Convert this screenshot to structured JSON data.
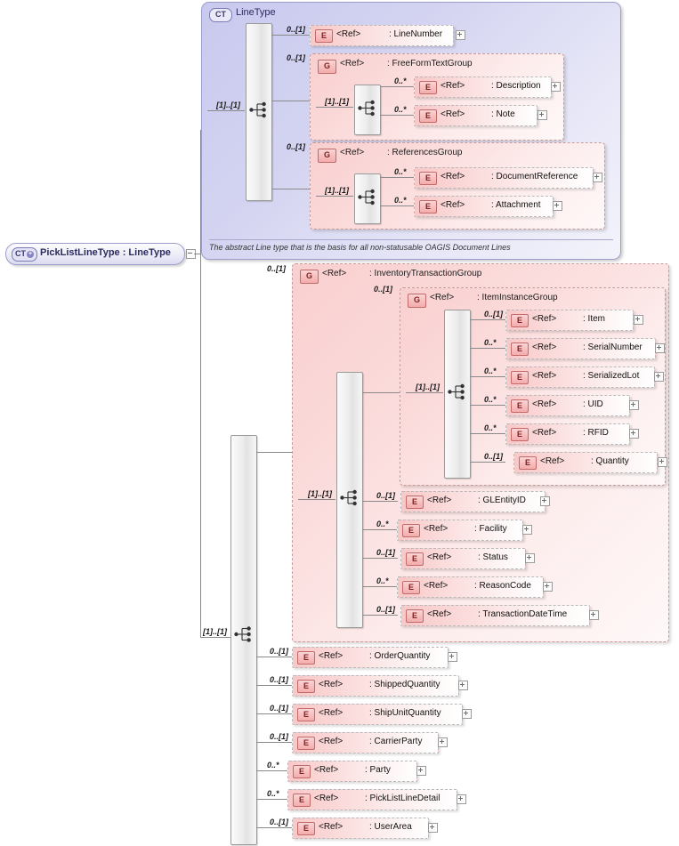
{
  "diagram": {
    "title": "PickListLineType : LineType",
    "root": {
      "tag": "CT",
      "label": "PickListLineType : LineType"
    },
    "complex_type": {
      "tag": "CT",
      "title": "LineType",
      "documentation": "The abstract Line type that is the basis for all non-statusable OAGIS Document Lines",
      "compositor_cardinality": "[1]..[1]"
    },
    "ref_text": "<Ref>",
    "group_tag": "G",
    "element_tag": "E",
    "linetype_children": [
      {
        "card": "0..[1]",
        "name": ": LineNumber"
      }
    ],
    "free_form_text_group": {
      "card": "0..[1]",
      "ref": "<Ref>",
      "name": ": FreeFormTextGroup",
      "compositor_cardinality": "[1]..[1]",
      "children": [
        {
          "card": "0..*",
          "name": ": Description"
        },
        {
          "card": "0..*",
          "name": ": Note"
        }
      ]
    },
    "references_group": {
      "card": "0..[1]",
      "ref": "<Ref>",
      "name": ": ReferencesGroup",
      "compositor_cardinality": "[1]..[1]",
      "children": [
        {
          "card": "0..*",
          "name": ": DocumentReference"
        },
        {
          "card": "0..*",
          "name": ": Attachment"
        }
      ]
    },
    "inventory_transaction_group": {
      "card": "0..[1]",
      "ref": "<Ref>",
      "name": ": InventoryTransactionGroup",
      "compositor_cardinality": "[1]..[1]",
      "item_instance_group": {
        "card": "0..[1]",
        "ref": "<Ref>",
        "name": ": ItemInstanceGroup",
        "compositor_cardinality": "[1]..[1]",
        "children": [
          {
            "card": "0..[1]",
            "name": ": Item"
          },
          {
            "card": "0..*",
            "name": ": SerialNumber"
          },
          {
            "card": "0..*",
            "name": ": SerializedLot"
          },
          {
            "card": "0..*",
            "name": ": UID"
          },
          {
            "card": "0..*",
            "name": ": RFID"
          },
          {
            "card": "0..[1]",
            "name": ": Quantity"
          }
        ]
      },
      "children": [
        {
          "card": "0..[1]",
          "name": ": GLEntityID"
        },
        {
          "card": "0..*",
          "name": ": Facility"
        },
        {
          "card": "0..[1]",
          "name": ": Status"
        },
        {
          "card": "0..*",
          "name": ": ReasonCode"
        },
        {
          "card": "0..[1]",
          "name": ": TransactionDateTime"
        }
      ]
    },
    "outer_compositor_cardinality": "[1]..[1]",
    "picklist_children": [
      {
        "card": "0..[1]",
        "name": ": OrderQuantity"
      },
      {
        "card": "0..[1]",
        "name": ": ShippedQuantity"
      },
      {
        "card": "0..[1]",
        "name": ": ShipUnitQuantity"
      },
      {
        "card": "0..[1]",
        "name": ": CarrierParty"
      },
      {
        "card": "0..*",
        "name": ": Party"
      },
      {
        "card": "0..*",
        "name": ": PickListLineDetail"
      },
      {
        "card": "0..[1]",
        "name": ": UserArea"
      }
    ],
    "colors": {
      "complex_type_fill": "#d3d3f1",
      "complex_type_border": "#9d9dcb",
      "group_fill": "#fbdada",
      "group_border": "#c99a9a",
      "element_fill": "#fbdcdc",
      "element_tag_fill": "#f3acac",
      "connector": "#8a8a8a"
    }
  }
}
